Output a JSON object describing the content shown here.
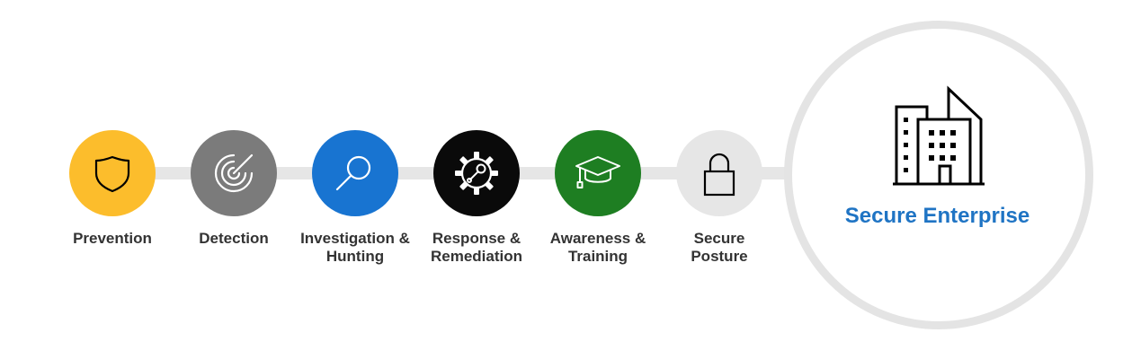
{
  "steps": [
    {
      "id": "prevention",
      "lines": [
        "Prevention"
      ],
      "color": "#fcbd2c",
      "icon": "shield-icon"
    },
    {
      "id": "detection",
      "lines": [
        "Detection"
      ],
      "color": "#7b7b7b",
      "icon": "radar-icon"
    },
    {
      "id": "investigation",
      "lines": [
        "Investigation &",
        "Hunting"
      ],
      "color": "#1874d1",
      "icon": "magnifier-icon"
    },
    {
      "id": "response",
      "lines": [
        "Response &",
        "Remediation"
      ],
      "color": "#0a0a0a",
      "icon": "gear-wrench-icon"
    },
    {
      "id": "awareness",
      "lines": [
        "Awareness &",
        "Training"
      ],
      "color": "#1e7e22",
      "icon": "graduation-cap-icon"
    },
    {
      "id": "posture",
      "lines": [
        "Secure",
        "Posture"
      ],
      "color": "#e6e6e6",
      "icon": "padlock-icon"
    }
  ],
  "goal": {
    "label": "Secure Enterprise",
    "label_color": "#1f74c4",
    "ring_color": "#e4e4e4",
    "icon": "office-building-icon"
  }
}
